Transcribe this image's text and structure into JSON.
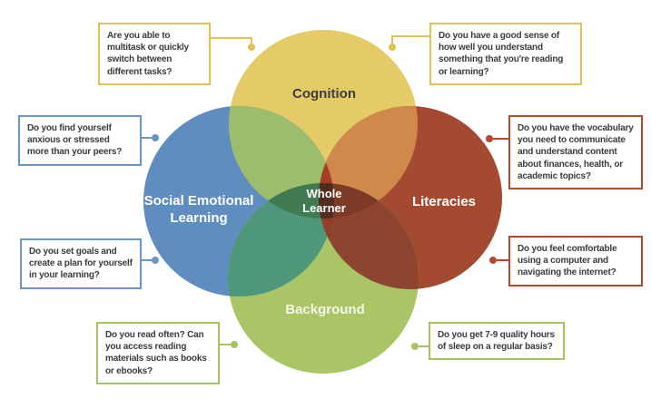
{
  "venn": {
    "center_label": "Whole Learner",
    "circles": [
      {
        "label": "Cognition",
        "color": "#e5cb68",
        "position": "top"
      },
      {
        "label": "Social Emotional Learning",
        "color": "#5f8dc0",
        "position": "left"
      },
      {
        "label": "Literacies",
        "color": "#a34a31",
        "position": "right"
      },
      {
        "label": "Background",
        "color": "#a9c566",
        "position": "bottom"
      }
    ],
    "overlap_colors": {
      "cognition_social": "#9cbd6b",
      "cognition_literacies": "#d0894b",
      "social_background": "#4f977a",
      "literacies_background": "#8d452f",
      "cognition_social_literacies": "#a33e28",
      "cognition_social_background": "#3f7a51",
      "cognition_literacies_background": "#7c3b27",
      "social_literacies_background": "#933f27",
      "center_all": "#522c20"
    }
  },
  "callouts": [
    {
      "circle": "Cognition",
      "position": "top-left",
      "accent": "#e2c153",
      "text": "Are you able to multitask or quickly switch between different tasks?"
    },
    {
      "circle": "Cognition",
      "position": "top-right",
      "accent": "#e2c153",
      "text": "Do you have a good sense of how well you understand something that you're reading or learning?"
    },
    {
      "circle": "Social Emotional Learning",
      "position": "left-upper",
      "accent": "#6b94c4",
      "text": "Do you find yourself anxious or stressed more than your peers?"
    },
    {
      "circle": "Social Emotional Learning",
      "position": "left-lower",
      "accent": "#6b94c4",
      "text": "Do you set goals and create a plan for yourself in your learning?"
    },
    {
      "circle": "Literacies",
      "position": "right-upper",
      "accent": "#b14b2f",
      "text": "Do you have the vocabulary you need to communicate and understand content about finances, health, or academic topics?"
    },
    {
      "circle": "Literacies",
      "position": "right-lower",
      "accent": "#b14b2f",
      "text": "Do you feel comfortable using a computer and navigating the internet?"
    },
    {
      "circle": "Background",
      "position": "bottom-left",
      "accent": "#a6c35e",
      "text": "Do you read often? Can you access reading materials such as books or ebooks?"
    },
    {
      "circle": "Background",
      "position": "bottom-right",
      "accent": "#a6c35e",
      "text": "Do you get 7-9 quality hours of sleep on a regular basis?"
    }
  ]
}
